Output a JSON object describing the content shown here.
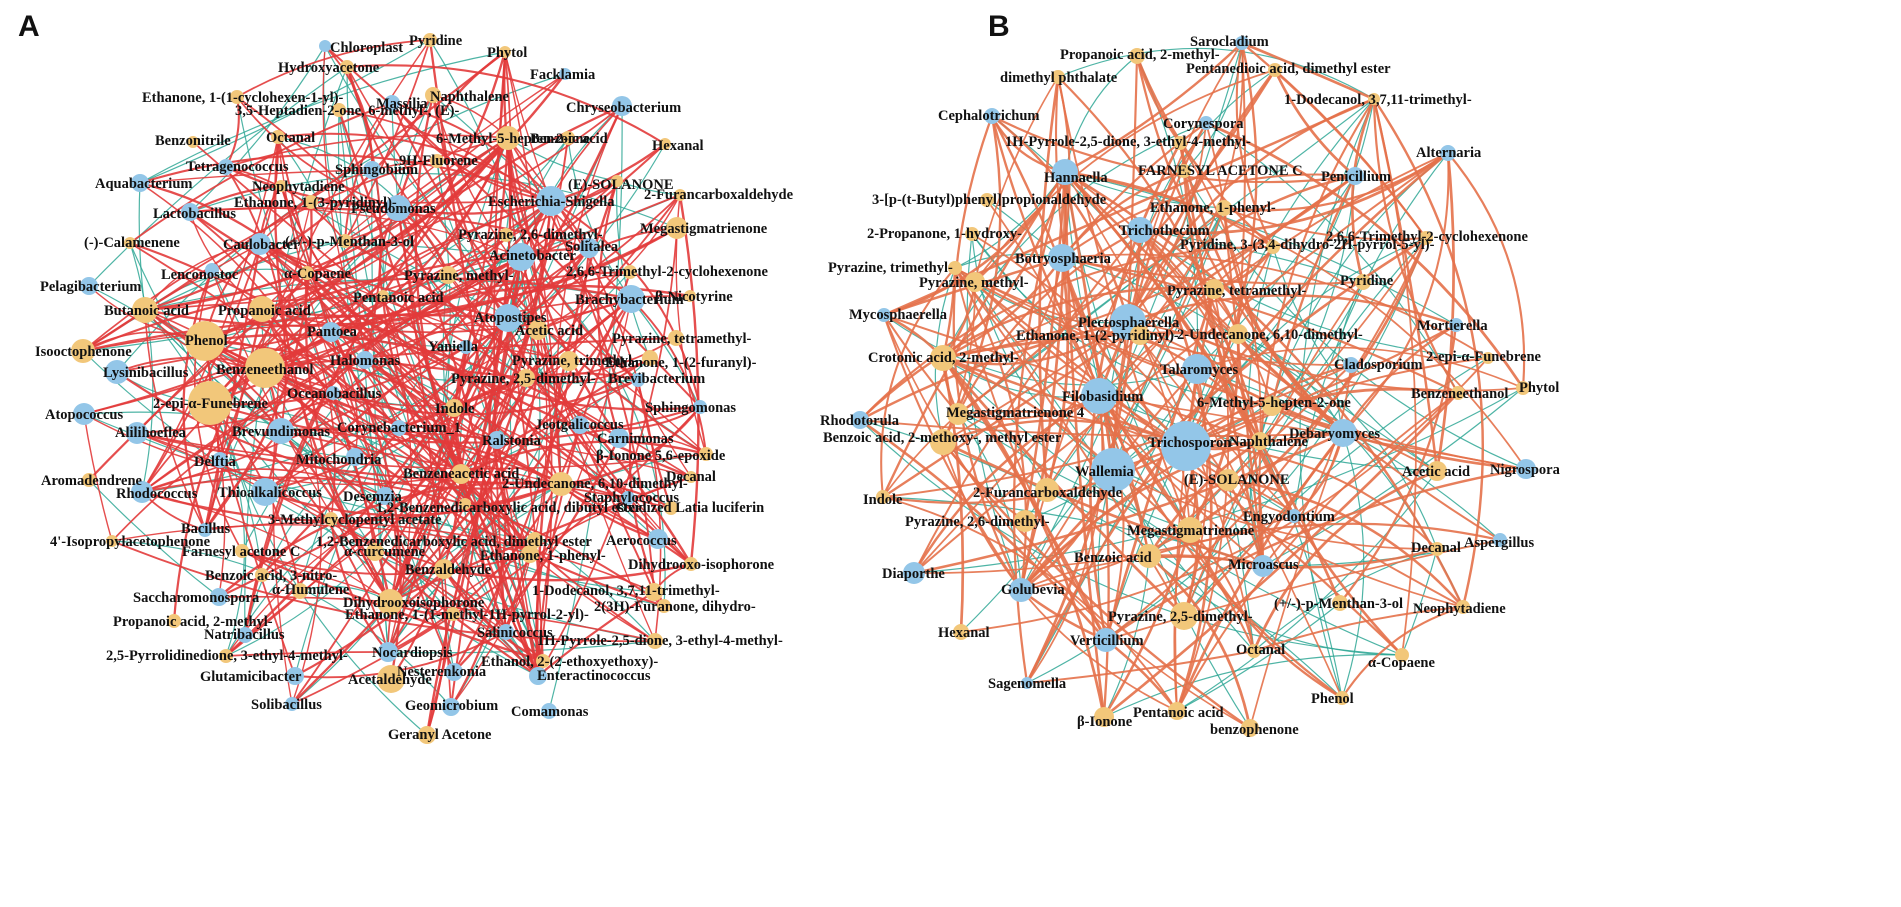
{
  "colors": {
    "bacteria_node": "#93C6E8",
    "compound_node": "#F2C77A",
    "panel_a_edge_positive": "#E23B3B",
    "panel_b_edge_positive": "#E4714A",
    "edge_negative": "#2FA795"
  },
  "panels": [
    {
      "id": "A",
      "label": "A",
      "nodes": [
        {
          "name": "Chloroplast",
          "t": "m"
        },
        {
          "name": "Pyridine",
          "t": "c"
        },
        {
          "name": "Phytol",
          "t": "c"
        },
        {
          "name": "Hydroxyacetone",
          "t": "c"
        },
        {
          "name": "Facklamia",
          "t": "m"
        },
        {
          "name": "Ethanone, 1-(1-cyclohexen-1-yl)-",
          "t": "c"
        },
        {
          "name": "Naphthalene",
          "t": "c"
        },
        {
          "name": "Massilia",
          "t": "m"
        },
        {
          "name": "3,5-Heptadien-2-one, 6-methyl-, (E)-",
          "t": "c"
        },
        {
          "name": "Chryseobacterium",
          "t": "m"
        },
        {
          "name": "Benzonitrile",
          "t": "c"
        },
        {
          "name": "Octanal",
          "t": "c"
        },
        {
          "name": "6-Methyl-5-hepten-2-one",
          "t": "c"
        },
        {
          "name": "Benzoic acid",
          "t": "c"
        },
        {
          "name": "Hexanal",
          "t": "c"
        },
        {
          "name": "Tetragenococcus",
          "t": "m"
        },
        {
          "name": "9H-Fluorene",
          "t": "c"
        },
        {
          "name": "Sphingobium",
          "t": "m"
        },
        {
          "name": "(E)-SOLANONE",
          "t": "c"
        },
        {
          "name": "Aquabacterium",
          "t": "m"
        },
        {
          "name": "Neophytadiene",
          "t": "c"
        },
        {
          "name": "2-Furancarboxaldehyde",
          "t": "c"
        },
        {
          "name": "Escherichia-Shigella",
          "t": "m"
        },
        {
          "name": "Ethanone, 1-(3-pyridinyl)-",
          "t": "c"
        },
        {
          "name": "Pseudomonas",
          "t": "m"
        },
        {
          "name": "Lactobacillus",
          "t": "m"
        },
        {
          "name": "Megastigmatrienone",
          "t": "c"
        },
        {
          "name": "Pyrazine, 2,6-dimethyl-",
          "t": "c"
        },
        {
          "name": "(-)-Calamenene",
          "t": "c"
        },
        {
          "name": "Caulobacter",
          "t": "m"
        },
        {
          "name": "(+/-)-p-Menthan-3-ol",
          "t": "c"
        },
        {
          "name": "Solitalea",
          "t": "m"
        },
        {
          "name": "Acinetobacter",
          "t": "m"
        },
        {
          "name": "Lenconostoc",
          "t": "m"
        },
        {
          "name": "α-Copaene",
          "t": "c"
        },
        {
          "name": "2,6,6-Trimethyl-2-cyclohexenone",
          "t": "c"
        },
        {
          "name": "Pyrazine, methyl-",
          "t": "c"
        },
        {
          "name": "Pelagibacterium",
          "t": "m"
        },
        {
          "name": "β-Nicotyrine",
          "t": "c"
        },
        {
          "name": "Brachybacterium",
          "t": "m"
        },
        {
          "name": "Pentanoic acid",
          "t": "c"
        },
        {
          "name": "Butanoic acid",
          "t": "c"
        },
        {
          "name": "Propanoic acid",
          "t": "c"
        },
        {
          "name": "Pyrazine, tetramethyl-",
          "t": "c"
        },
        {
          "name": "Atopostipes",
          "t": "m"
        },
        {
          "name": "Pantoea",
          "t": "m"
        },
        {
          "name": "Acetic acid",
          "t": "c"
        },
        {
          "name": "Phenol",
          "t": "c"
        },
        {
          "name": "Isooctophenone",
          "t": "c"
        },
        {
          "name": "Yaniella",
          "t": "m"
        },
        {
          "name": "Pyrazine, trimethyl-",
          "t": "c"
        },
        {
          "name": "Ethanone, 1-(2-furanyl)-",
          "t": "c"
        },
        {
          "name": "Halomonas",
          "t": "m"
        },
        {
          "name": "Benzeneethanol",
          "t": "c"
        },
        {
          "name": "Lysinibacillus",
          "t": "m"
        },
        {
          "name": "Pyrazine, 2,5-dimethyl-",
          "t": "c"
        },
        {
          "name": "Brevibacterium",
          "t": "m"
        },
        {
          "name": "Oceanobacillus",
          "t": "m"
        },
        {
          "name": "2-epi-α-Funebrene",
          "t": "c"
        },
        {
          "name": "Indole",
          "t": "c"
        },
        {
          "name": "Sphingomonas",
          "t": "m"
        },
        {
          "name": "Atopococcus",
          "t": "m"
        },
        {
          "name": "Corynebacterium_1",
          "t": "m"
        },
        {
          "name": "Jeotgalicoccus",
          "t": "m"
        },
        {
          "name": "Brevundimonas",
          "t": "m"
        },
        {
          "name": "Alilihoeflea",
          "t": "m"
        },
        {
          "name": "Ralstonia",
          "t": "m"
        },
        {
          "name": "Carnimonas",
          "t": "m"
        },
        {
          "name": "Delftia",
          "t": "m"
        },
        {
          "name": "Mitochondria",
          "t": "m"
        },
        {
          "name": "β-Ionone 5,6-epoxide",
          "t": "c"
        },
        {
          "name": "Benzeneacetic acid",
          "t": "c"
        },
        {
          "name": "Aromadendrene",
          "t": "c"
        },
        {
          "name": "2-Undecanone, 6,10-dimethyl-",
          "t": "c"
        },
        {
          "name": "Decanal",
          "t": "c"
        },
        {
          "name": "Rhodococcus",
          "t": "m"
        },
        {
          "name": "Thioalkalicoccus",
          "t": "m"
        },
        {
          "name": "Desemzia",
          "t": "m"
        },
        {
          "name": "Staphylococcus",
          "t": "m"
        },
        {
          "name": "1,2-Benzenedicarboxylic acid, dibutyl ester",
          "t": "c"
        },
        {
          "name": "Oxidized Latia luciferin",
          "t": "c"
        },
        {
          "name": "Bacillus",
          "t": "m"
        },
        {
          "name": "3-Methylcyclopentyl acetate",
          "t": "c"
        },
        {
          "name": "4'-Isopropylacetophenone",
          "t": "c"
        },
        {
          "name": "1,2-Benzenedicarboxylic acid, dimethyl ester",
          "t": "c"
        },
        {
          "name": "Aerococcus",
          "t": "m"
        },
        {
          "name": "Farnesyl acetone C",
          "t": "c"
        },
        {
          "name": "α-curcumene",
          "t": "c"
        },
        {
          "name": "Ethanone, 1-phenyl-",
          "t": "c"
        },
        {
          "name": "Benzaldehyde",
          "t": "c"
        },
        {
          "name": "Dihydrooxo-isophorone",
          "t": "c"
        },
        {
          "name": "Benzoic acid, 3-nitro-",
          "t": "c"
        },
        {
          "name": "Saccharomonospora",
          "t": "m"
        },
        {
          "name": "α-Humulene",
          "t": "c"
        },
        {
          "name": "1-Dodecanol, 3,7,11-trimethyl-",
          "t": "c"
        },
        {
          "name": "Dihydrooxoisophorone",
          "t": "c"
        },
        {
          "name": "2(3H)-Furanone, dihydro-",
          "t": "c"
        },
        {
          "name": "Propanoic acid, 2-methyl-",
          "t": "c"
        },
        {
          "name": "Natribacillus",
          "t": "m"
        },
        {
          "name": "Ethanone, 1-(1-methyl-1H-pyrrol-2-yl)-",
          "t": "c"
        },
        {
          "name": "Salinicoccus",
          "t": "m"
        },
        {
          "name": "1H-Pyrrole-2,5-dione, 3-ethyl-4-methyl-",
          "t": "c"
        },
        {
          "name": "2,5-Pyrrolidinedione, 3-ethyl-4-methyl-",
          "t": "c"
        },
        {
          "name": "Nocardiopsis",
          "t": "m"
        },
        {
          "name": "Ethanol, 2-(2-ethoxyethoxy)-",
          "t": "c"
        },
        {
          "name": "Glutamicibacter",
          "t": "m"
        },
        {
          "name": "Nesterenkonia",
          "t": "m"
        },
        {
          "name": "Acetaldehyde",
          "t": "c"
        },
        {
          "name": "Enteractinococcus",
          "t": "m"
        },
        {
          "name": "Solibacillus",
          "t": "m"
        },
        {
          "name": "Geomicrobium",
          "t": "m"
        },
        {
          "name": "Comamonas",
          "t": "m"
        },
        {
          "name": "Geranyl Acetone",
          "t": "c"
        }
      ]
    },
    {
      "id": "B",
      "label": "B",
      "nodes": [
        {
          "name": "Sarocladium",
          "t": "m"
        },
        {
          "name": "Propanoic acid, 2-methyl-",
          "t": "c"
        },
        {
          "name": "Pentanedioic acid, dimethyl ester",
          "t": "c"
        },
        {
          "name": "dimethyl phthalate",
          "t": "c"
        },
        {
          "name": "1-Dodecanol, 3,7,11-trimethyl-",
          "t": "c"
        },
        {
          "name": "Cephalotrichum",
          "t": "m"
        },
        {
          "name": "Corynespora",
          "t": "m"
        },
        {
          "name": "1H-Pyrrole-2,5-dione, 3-ethyl-4-methyl-",
          "t": "c"
        },
        {
          "name": "Alternaria",
          "t": "m"
        },
        {
          "name": "Hannaella",
          "t": "m"
        },
        {
          "name": "FARNESYL ACETONE C",
          "t": "c"
        },
        {
          "name": "Penicillium",
          "t": "m"
        },
        {
          "name": "3-[p-(t-Butyl)phenyl]propionaldehyde",
          "t": "c"
        },
        {
          "name": "Ethanone, 1-phenyl-",
          "t": "c"
        },
        {
          "name": "Trichothecium",
          "t": "m"
        },
        {
          "name": "2-Propanone, 1-hydroxy-",
          "t": "c"
        },
        {
          "name": "Pyridine, 3-(3,4-dihydro-2H-pyrrol-5-yl)-",
          "t": "c"
        },
        {
          "name": "2,6,6-Trimethyl-2-cyclohexenone",
          "t": "c"
        },
        {
          "name": "Botryosphaeria",
          "t": "m"
        },
        {
          "name": "Pyrazine, trimethyl-",
          "t": "c"
        },
        {
          "name": "Pyridine",
          "t": "c"
        },
        {
          "name": "Pyrazine, methyl-",
          "t": "c"
        },
        {
          "name": "Pyrazine, tetramethyl-",
          "t": "c"
        },
        {
          "name": "Mycosphaerella",
          "t": "m"
        },
        {
          "name": "Plectosphaerella",
          "t": "m"
        },
        {
          "name": "Mortierella",
          "t": "m"
        },
        {
          "name": "Ethanone, 1-(2-pyridinyl)-",
          "t": "c"
        },
        {
          "name": "2-Undecanone, 6,10-dimethyl-",
          "t": "c"
        },
        {
          "name": "Crotonic acid, 2-methyl-",
          "t": "c"
        },
        {
          "name": "Cladosporium",
          "t": "m"
        },
        {
          "name": "2-epi-α-Funebrene",
          "t": "c"
        },
        {
          "name": "Talaromyces",
          "t": "m"
        },
        {
          "name": "Phytol",
          "t": "c"
        },
        {
          "name": "Filobasidium",
          "t": "m"
        },
        {
          "name": "Benzeneethanol",
          "t": "c"
        },
        {
          "name": "Rhodotorula",
          "t": "m"
        },
        {
          "name": "Megastigmatrienone 4",
          "t": "c"
        },
        {
          "name": "6-Methyl-5-hepten-2-one",
          "t": "c"
        },
        {
          "name": "Debaryomyces",
          "t": "m"
        },
        {
          "name": "Benzoic acid, 2-methoxy-, methyl ester",
          "t": "c"
        },
        {
          "name": "Trichosporon",
          "t": "m"
        },
        {
          "name": "Naphthalene",
          "t": "c"
        },
        {
          "name": "Acetic acid",
          "t": "c"
        },
        {
          "name": "Nigrospora",
          "t": "m"
        },
        {
          "name": "Wallemia",
          "t": "m"
        },
        {
          "name": "(E)-SOLANONE",
          "t": "c"
        },
        {
          "name": "2-Furancarboxaldehyde",
          "t": "c"
        },
        {
          "name": "Indole",
          "t": "c"
        },
        {
          "name": "Engyodontium",
          "t": "m"
        },
        {
          "name": "Aspergillus",
          "t": "m"
        },
        {
          "name": "Pyrazine, 2,6-dimethyl-",
          "t": "c"
        },
        {
          "name": "Megastigmatrienone",
          "t": "c"
        },
        {
          "name": "Decanal",
          "t": "c"
        },
        {
          "name": "Benzoic acid",
          "t": "c"
        },
        {
          "name": "Microascus",
          "t": "m"
        },
        {
          "name": "Diaporthe",
          "t": "m"
        },
        {
          "name": "Golubevia",
          "t": "m"
        },
        {
          "name": "(+/-)-p-Menthan-3-ol",
          "t": "c"
        },
        {
          "name": "Pyrazine, 2,5-dimethyl-",
          "t": "c"
        },
        {
          "name": "Neophytadiene",
          "t": "c"
        },
        {
          "name": "Hexanal",
          "t": "c"
        },
        {
          "name": "Verticillium",
          "t": "m"
        },
        {
          "name": "Octanal",
          "t": "c"
        },
        {
          "name": "α-Copaene",
          "t": "c"
        },
        {
          "name": "Sagenomella",
          "t": "m"
        },
        {
          "name": "Phenol",
          "t": "c"
        },
        {
          "name": "Pentanoic acid",
          "t": "c"
        },
        {
          "name": "β-Ionone",
          "t": "c"
        },
        {
          "name": "benzophenone",
          "t": "c"
        }
      ]
    }
  ]
}
